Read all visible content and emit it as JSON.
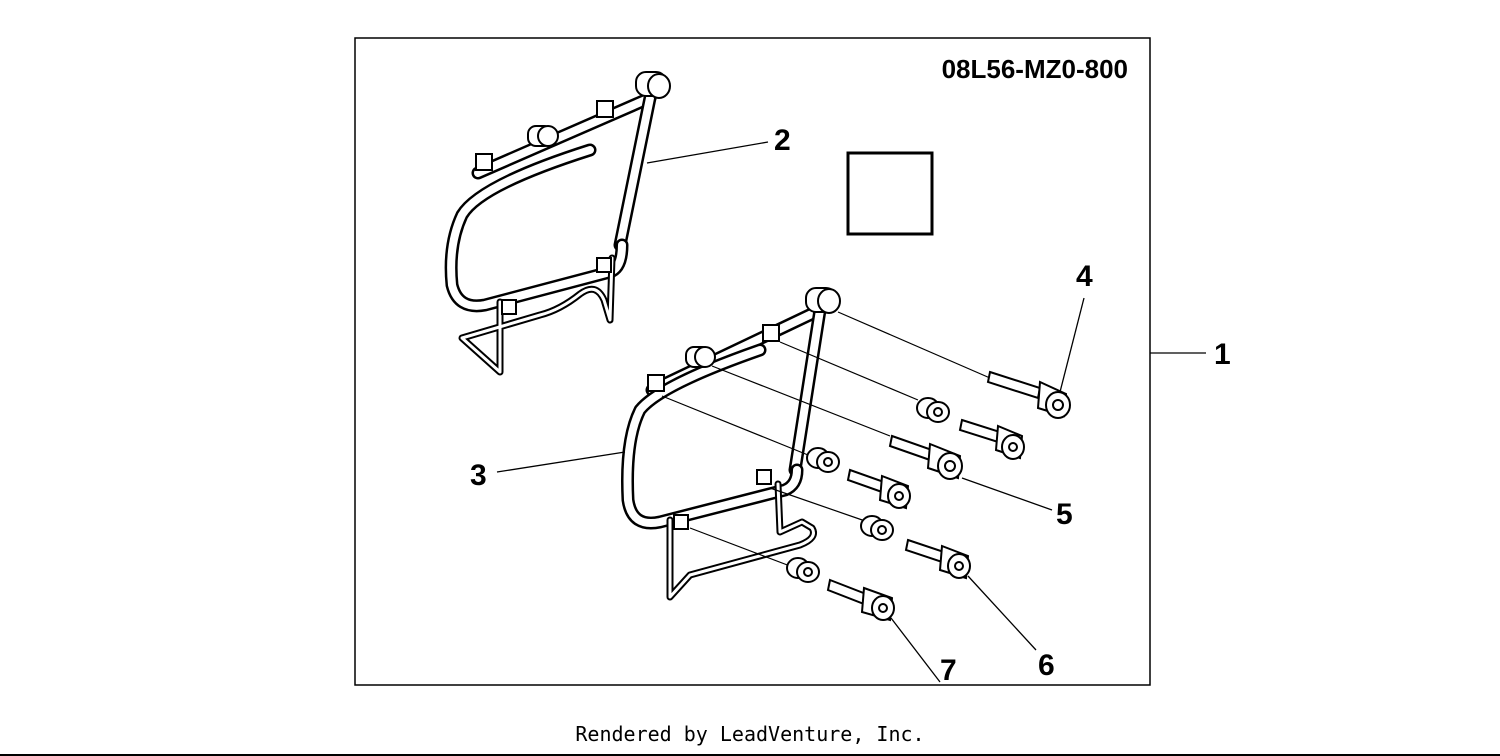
{
  "diagram": {
    "part_number": "08L56-MZ0-800",
    "callouts": {
      "c1": "1",
      "c2": "2",
      "c3": "3",
      "c4": "4",
      "c5": "5",
      "c6": "6",
      "c7": "7"
    }
  },
  "footer": {
    "text": "Rendered by LeadVenture, Inc."
  }
}
